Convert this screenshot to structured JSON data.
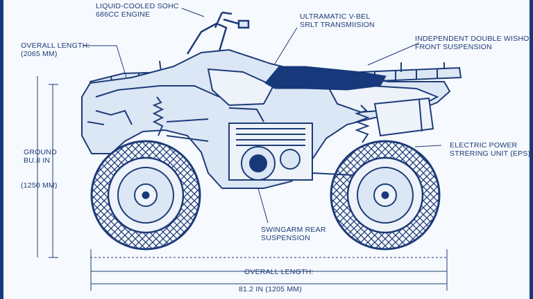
{
  "callouts": {
    "engine": {
      "line1": "LIQUID-COOLED SOHC",
      "line2": "686cc ENGINE"
    },
    "transmission": {
      "line1": "ULTRAMATIC V-BEL",
      "line2": "SRLT TRANSMIISION"
    },
    "front_suspension": {
      "line1": "INDEPENDENT DOUBLE WISHONE",
      "line2": "FRONT SUSPENSION"
    },
    "overall_length_top": {
      "line1": "OVERALL LENGTH:",
      "line2": "(2065 MM)"
    },
    "power_steering": {
      "line1": "ELECTRIC POWER",
      "line2": "STRERING UNIT (EPS)"
    },
    "ground_clearance": {
      "line1": "GROUND",
      "line2": "BU.8 IN",
      "line3": "(1250 MM)"
    },
    "rear_suspension": {
      "line1": "SWINGARM REAR",
      "line2": "SUSPENSION"
    },
    "overall_length_bottom": {
      "line1": "OVERALL LENGTH:",
      "line2": "81.2 IN (1205 MM)"
    }
  },
  "colors": {
    "ink": "#1d3b78",
    "dark": "#17387a",
    "panel": "#dce7f5",
    "seat": "#17387a",
    "paper": "#f6f9fd"
  }
}
